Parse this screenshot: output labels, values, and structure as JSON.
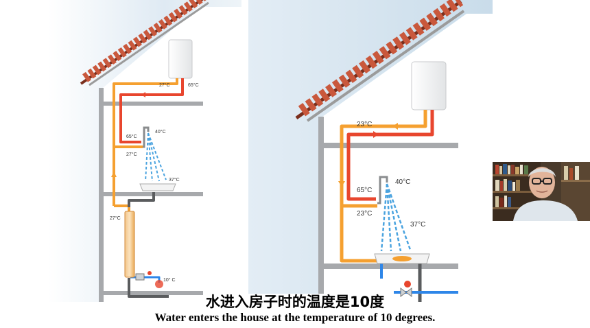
{
  "diagram_left": {
    "labels": {
      "tank_in": "27°C",
      "tank_out": "65°C",
      "mixer_hot": "65°C",
      "mixer_cold": "27°C",
      "shower_temp": "40°C",
      "drain_temp": "37°C",
      "riser_temp": "27°C",
      "inlet_temp": "10° C"
    }
  },
  "diagram_right": {
    "labels": {
      "tank_in": "23°C",
      "mixer_hot": "65°C",
      "mixer_cold": "23°C",
      "shower_temp": "40°C",
      "drain_temp": "37°C"
    }
  },
  "subtitles": {
    "chinese": "水进入房子时的温度是10度",
    "english": "Water enters the house at the temperature of 10 degrees."
  },
  "colors": {
    "hot": "#e8462e",
    "warm": "#f5a030",
    "cold": "#2e86e8",
    "spray": "#4aa3df",
    "floor": "#a7a9ac"
  }
}
